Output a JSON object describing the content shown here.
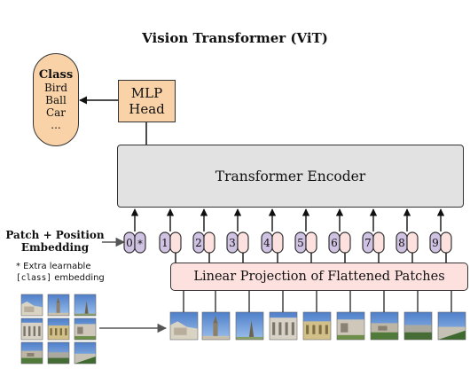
{
  "title": "Vision Transformer (ViT)",
  "class_box": {
    "heading": "Class",
    "items": [
      "Bird",
      "Ball",
      "Car",
      "..."
    ]
  },
  "mlp_head": {
    "line1": "MLP",
    "line2": "Head"
  },
  "encoder_label": "Transformer Encoder",
  "linear_projection_label": "Linear Projection of Flattened Patches",
  "patch_position_label": {
    "line1": "Patch + Position",
    "line2": "Embedding"
  },
  "note": {
    "line1": "* Extra learnable",
    "code": "[class]",
    "line2_rest": " embedding"
  },
  "tokens": [
    "0",
    "1",
    "2",
    "3",
    "4",
    "5",
    "6",
    "7",
    "8",
    "9"
  ],
  "class_token_marker": "*",
  "colors": {
    "orange_fill": "#f9d3a7",
    "encoder_fill": "#e2e2e2",
    "projection_fill": "#fce1df",
    "position_fill": "#cfc2e2",
    "patch_fill": "#fce1df",
    "stroke": "#333333",
    "arrow_gray": "#555555"
  }
}
